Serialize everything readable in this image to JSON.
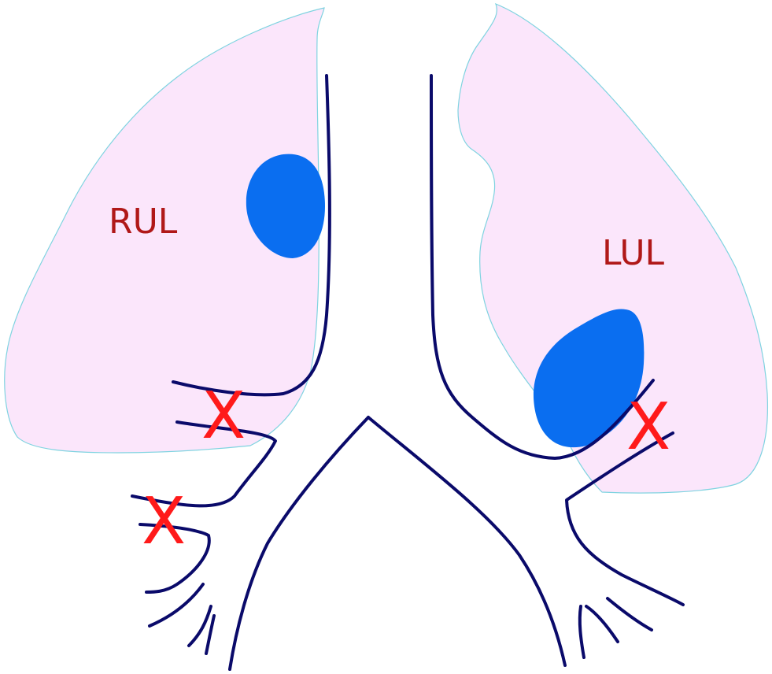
{
  "labels": {
    "right_upper_lobe": "RUL",
    "left_upper_lobe": "LUL"
  },
  "marks": {
    "right_upper_cut": "X",
    "right_lower_cut": "X",
    "left_cut": "X"
  },
  "colors": {
    "lung_fill": "#fbe6fb",
    "lung_outline": "#7fd3e0",
    "airway": "#0a0a6a",
    "tumor": "#0a6ef0",
    "label": "#b01818",
    "x_mark": "#ff1a1a"
  }
}
